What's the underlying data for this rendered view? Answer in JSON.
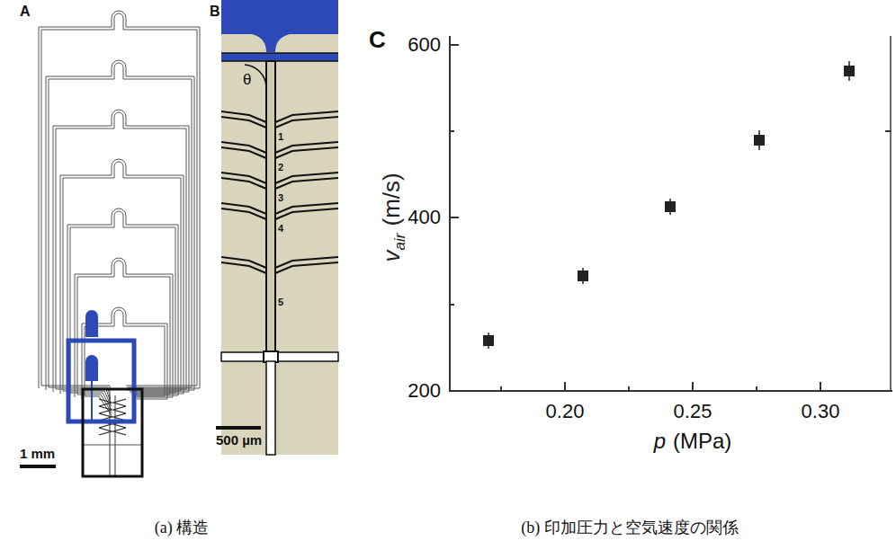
{
  "diagram": {
    "labels": [
      "A",
      "1 mm",
      "B",
      "θ",
      "1",
      "2",
      "3",
      "4",
      "5",
      "500 µm",
      "C",
      "600",
      "400",
      "200",
      "0.20",
      "0.25",
      "0.30",
      "v",
      "air",
      "(m/s)",
      "p",
      "(MPa)",
      "(a) 構造",
      "(b) 印加圧力と空気速度の関係"
    ]
  }
}
